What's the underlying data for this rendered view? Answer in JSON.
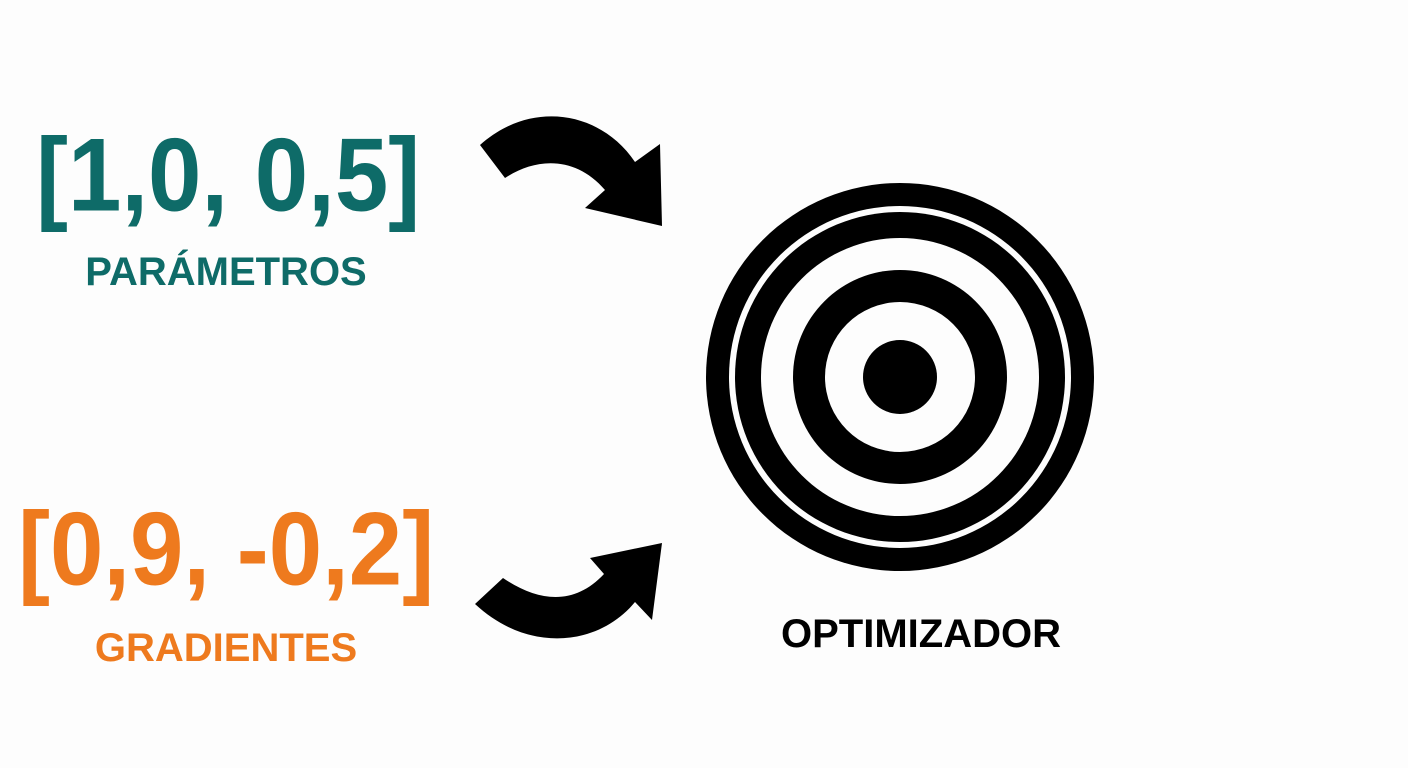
{
  "colors": {
    "parameters": "#0e6b68",
    "gradients": "#ee7a1e",
    "ink": "#000000",
    "background": "#fdfdfd"
  },
  "parameters": {
    "vector": "[1,0, 0,5]",
    "label": "PARÁMETROS"
  },
  "gradients": {
    "vector": "[0,9, -0,2]",
    "label": "GRADIENTES"
  },
  "optimizer": {
    "label": "OPTIMIZADOR",
    "icon": "target-icon"
  },
  "arrows": {
    "top_icon": "curved-arrow-down-right-icon",
    "bottom_icon": "curved-arrow-up-right-icon"
  }
}
